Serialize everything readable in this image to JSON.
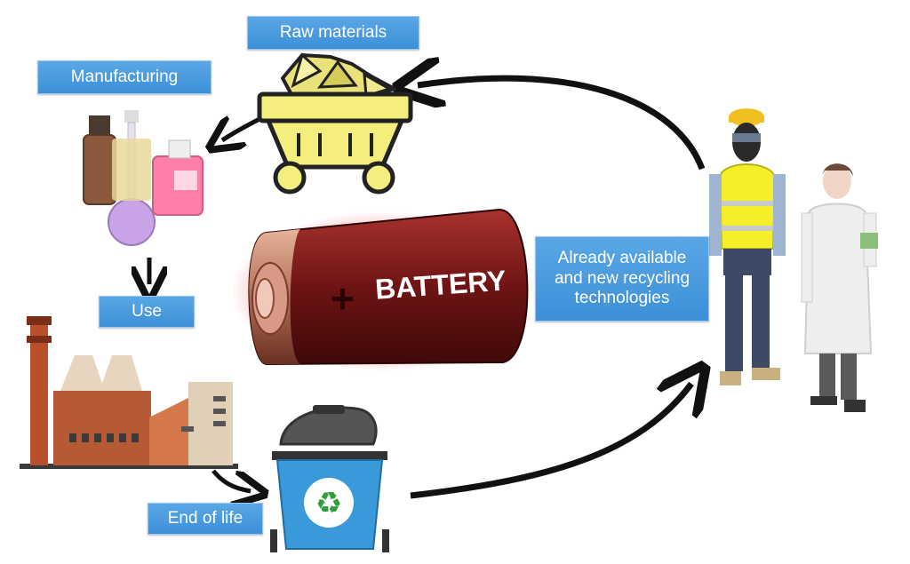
{
  "stages": {
    "raw_materials": "Raw materials",
    "manufacturing": "Manufacturing",
    "use": "Use",
    "end_of_life": "End of life",
    "recycling": "Already available\nand new recycling\ntechnologies"
  },
  "battery": {
    "label": "BATTERY",
    "terminal": "+"
  },
  "colors": {
    "label_bg": "#3d8fd6",
    "battery": "#7a1a1a",
    "cart": "#f4ee7c",
    "bin": "#3a9ad9",
    "recycle": "#2e9d3a"
  },
  "icons": [
    "mine-cart-icon",
    "lab-flasks-icon",
    "factory-icon",
    "recycle-bin-icon",
    "battery-icon",
    "worker-icon",
    "scientist-icon"
  ]
}
